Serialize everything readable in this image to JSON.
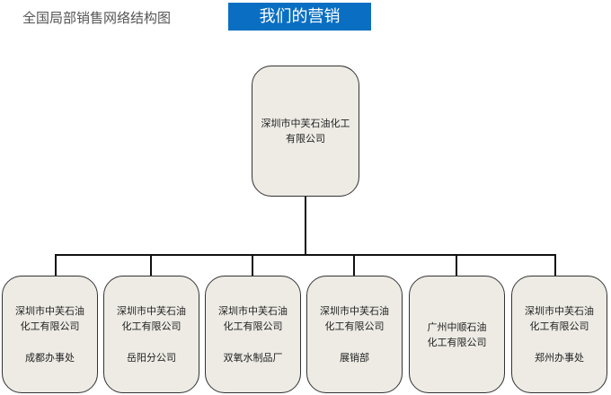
{
  "header": {
    "title": "全国局部销售网络结构图",
    "tab": "我们的营销"
  },
  "root": {
    "line1": "深圳市中芙石油化工",
    "line2": "有限公司"
  },
  "branches": [
    {
      "line1": "深圳市中芙石油",
      "line2": "化工有限公司",
      "sub": "成都办事处"
    },
    {
      "line1": "深圳市中芙石油",
      "line2": "化工有限公司",
      "sub": "岳阳分公司"
    },
    {
      "line1": "深圳市中芙石油",
      "line2": "化工有限公司",
      "sub": "双氧水制品厂"
    },
    {
      "line1": "深圳市中芙石油",
      "line2": "化工有限公司",
      "sub": "展销部"
    },
    {
      "line1": "广州中顺石油",
      "line2": "化工有限公司",
      "sub": ""
    },
    {
      "line1": "深圳市中芙石油",
      "line2": "化工有限公司",
      "sub": "郑州办事处"
    }
  ]
}
